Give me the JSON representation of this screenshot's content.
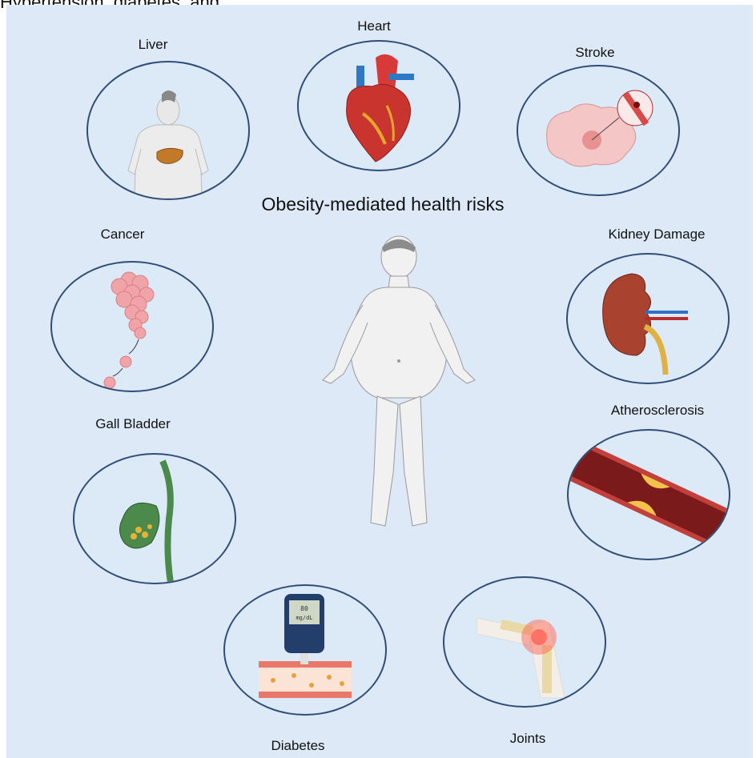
{
  "title": "Obesity-mediated health risks",
  "top_clipped_text": "Hypertension, diabetes, and",
  "risks": {
    "liver": "Liver",
    "heart": "Heart",
    "stroke": "Stroke",
    "cancer": "Cancer",
    "kidney": "Kidney Damage",
    "gall_bladder": "Gall Bladder",
    "atherosclerosis": "Atherosclerosis",
    "diabetes": "Diabetes",
    "joints": "Joints"
  },
  "glucometer_reading": {
    "value": "80",
    "unit": "mg/dL"
  },
  "colors": {
    "background": "#dde9f6",
    "circle_border": "#2f4d78",
    "circle_fill": "#dce9f7"
  },
  "icons": [
    "liver-icon",
    "heart-icon",
    "brain-icon",
    "cancer-cells-icon",
    "kidney-icon",
    "gallbladder-icon",
    "artery-plaque-icon",
    "glucometer-icon",
    "knee-joint-icon",
    "human-body-icon"
  ]
}
